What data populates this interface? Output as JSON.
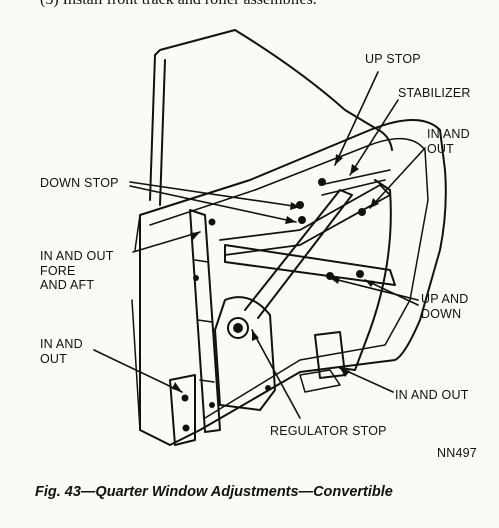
{
  "header_fragment": "(5)  Install front track and roller assemblies.",
  "figure": {
    "callouts": {
      "up_stop": "UP STOP",
      "stabilizer": "STABILIZER",
      "in_and_out_top": "IN AND\nOUT",
      "down_stop": "DOWN STOP",
      "in_and_out_fore_aft": "IN AND OUT\nFORE\nAND AFT",
      "up_and_down": "UP AND\nDOWN",
      "in_and_out_left": "IN AND\nOUT",
      "in_and_out_bottom": "IN AND OUT",
      "regulator_stop": "REGULATOR STOP"
    },
    "code": "NN497",
    "caption": "Fig. 43—Quarter Window Adjustments—Convertible"
  }
}
